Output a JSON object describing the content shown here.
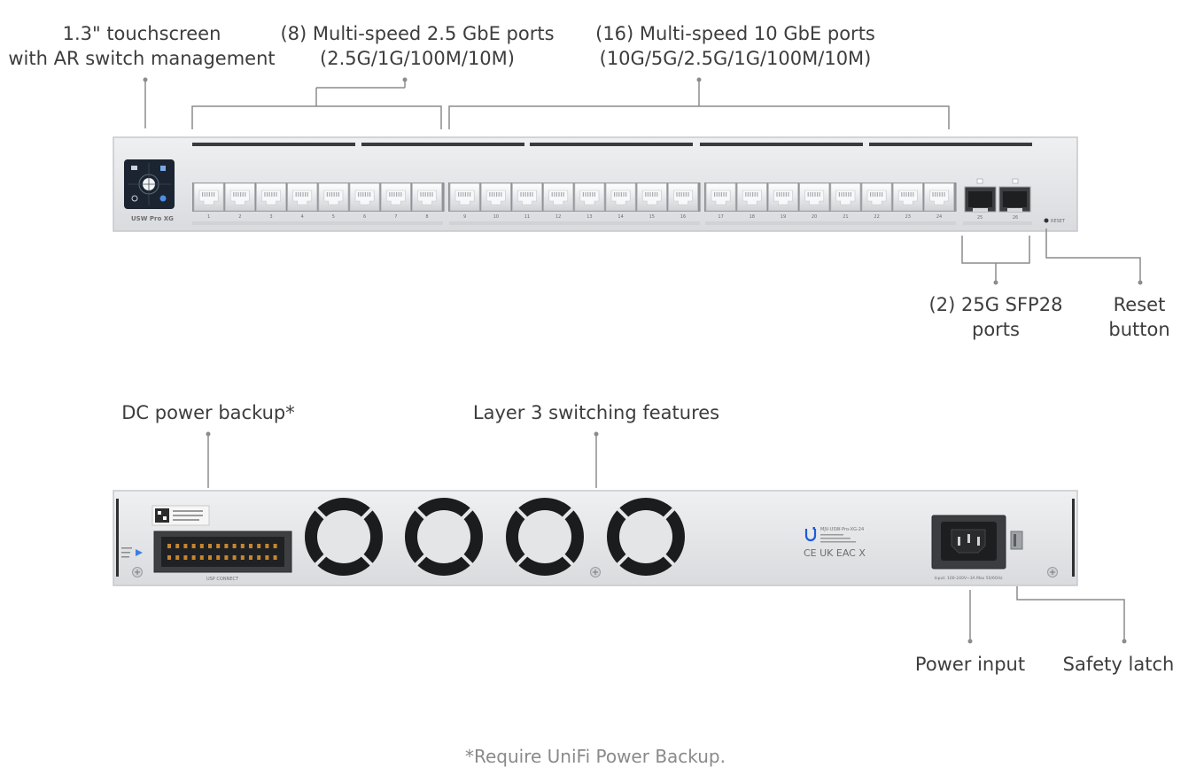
{
  "front": {
    "model": "USW Pro XG",
    "reset_text": "RESET",
    "port_numbers": [
      "1",
      "2",
      "3",
      "4",
      "5",
      "6",
      "7",
      "8",
      "9",
      "10",
      "11",
      "12",
      "13",
      "14",
      "15",
      "16",
      "17",
      "18",
      "19",
      "20",
      "21",
      "22",
      "23",
      "24"
    ],
    "sfp_numbers": [
      "25",
      "26"
    ]
  },
  "callouts": {
    "touchscreen": {
      "line1": "1.3\" touchscreen",
      "line2": "with AR switch management"
    },
    "ports_25g": {
      "line1": "(8) Multi-speed 2.5 GbE ports",
      "line2": "(2.5G/1G/100M/10M)"
    },
    "ports_10g": {
      "line1": "(16) Multi-speed 10 GbE ports",
      "line2": "(10G/5G/2.5G/1G/100M/10M)"
    },
    "sfp28": {
      "line1": "(2) 25G SFP28",
      "line2": "ports"
    },
    "reset": {
      "line1": "Reset",
      "line2": "button"
    },
    "dc_power": {
      "line1": "DC power backup*"
    },
    "layer3": {
      "line1": "Layer 3 switching features"
    },
    "power_input": {
      "line1": "Power input"
    },
    "safety_latch": {
      "line1": "Safety latch"
    }
  },
  "rear": {
    "usp_label": "USP CONNECT",
    "model_label": "MJV-USW-Pro-XG-24",
    "cert_marks": "CE UK EAC X",
    "power_rating": "Input: 100-240V~3A Max 50/60Hz"
  },
  "footnote": "*Require UniFi Power Backup.",
  "colors": {
    "chassis": "#e4e5e7",
    "chassis_edge": "#c4c6c9",
    "line": "#8c8c8c",
    "text": "#3d3d3d",
    "footnote": "#8a8a8a"
  }
}
